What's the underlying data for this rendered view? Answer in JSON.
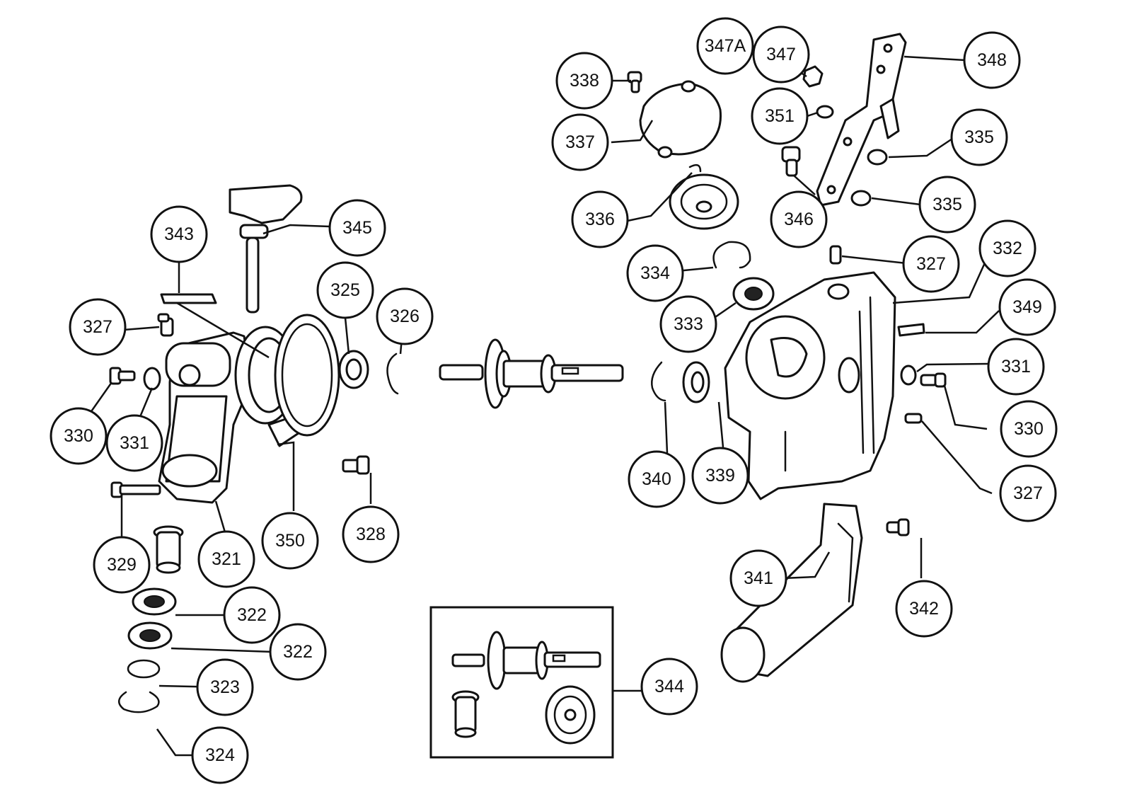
{
  "callouts": {
    "c321": "321",
    "c322a": "322",
    "c322b": "322",
    "c323": "323",
    "c324": "324",
    "c325": "325",
    "c326": "326",
    "c327a": "327",
    "c327b": "327",
    "c327c": "327",
    "c328": "328",
    "c329": "329",
    "c330a": "330",
    "c330b": "330",
    "c331a": "331",
    "c331b": "331",
    "c332": "332",
    "c333": "333",
    "c334": "334",
    "c335a": "335",
    "c335b": "335",
    "c336": "336",
    "c337": "337",
    "c338": "338",
    "c339": "339",
    "c340": "340",
    "c341": "341",
    "c342": "342",
    "c343": "343",
    "c344": "344",
    "c345": "345",
    "c346": "346",
    "c347": "347",
    "c347a": "347A",
    "c348": "348",
    "c349": "349",
    "c350": "350",
    "c351": "351"
  }
}
